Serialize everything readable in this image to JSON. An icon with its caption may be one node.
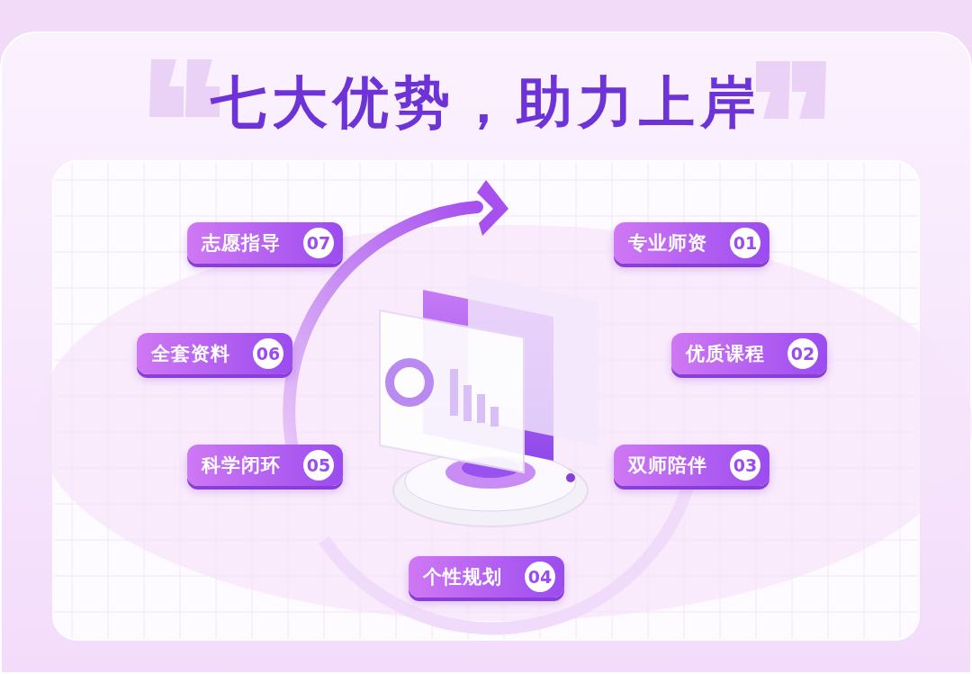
{
  "diagram": {
    "title": "七大优势，助力上岸",
    "nodes": [
      {
        "text": [
          "专业师资",
          "01"
        ]
      },
      {
        "text": [
          "优质课程",
          "02"
        ]
      },
      {
        "text": [
          "双师陪伴",
          "03"
        ]
      },
      {
        "text": [
          "个性规划",
          "04"
        ]
      },
      {
        "text": [
          "科学闭环",
          "05"
        ]
      },
      {
        "text": [
          "全套资料",
          "06"
        ]
      },
      {
        "text": [
          "志愿指导",
          "07"
        ]
      }
    ]
  }
}
